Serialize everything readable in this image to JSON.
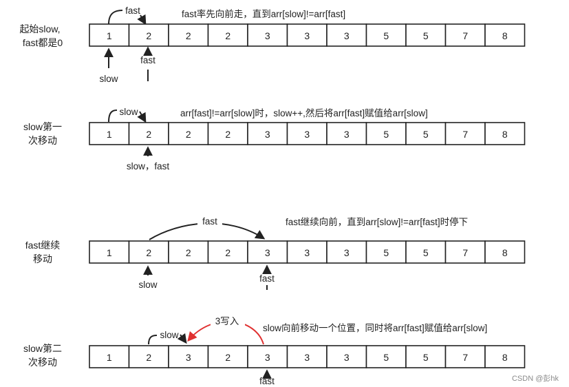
{
  "colors": {
    "ink": "#222222",
    "highlight": "#e03131",
    "watermark": "#8a8a8a"
  },
  "steps": [
    {
      "side_label_lines": [
        "起始slow,",
        "fast都是0"
      ],
      "note": "fast率先向前走，直到arr[slow]!=arr[fast]",
      "cells": [
        "1",
        "2",
        "2",
        "2",
        "3",
        "3",
        "3",
        "5",
        "5",
        "7",
        "8"
      ],
      "arc_label": "fast",
      "below_labels": [
        "slow",
        "fast"
      ]
    },
    {
      "side_label_lines": [
        "slow第一",
        "次移动"
      ],
      "note": "arr[fast]!=arr[slow]时，slow++,然后将arr[fast]赋值给arr[slow]",
      "cells": [
        "1",
        "2",
        "2",
        "2",
        "3",
        "3",
        "3",
        "5",
        "5",
        "7",
        "8"
      ],
      "arc_label": "slow",
      "below_labels": [
        "slow，fast"
      ]
    },
    {
      "side_label_lines": [
        "fast继续",
        "移动"
      ],
      "note": "fast继续向前，直到arr[slow]!=arr[fast]时停下",
      "cells": [
        "1",
        "2",
        "2",
        "2",
        "3",
        "3",
        "3",
        "5",
        "5",
        "7",
        "8"
      ],
      "arc_label": "fast",
      "below_labels": [
        "slow",
        "fast"
      ]
    },
    {
      "side_label_lines": [
        "slow第二",
        "次移动"
      ],
      "note": "slow向前移动一个位置，同时将arr[fast]赋值给arr[slow]",
      "cells": [
        "1",
        "2",
        "3",
        "2",
        "3",
        "3",
        "3",
        "5",
        "5",
        "7",
        "8"
      ],
      "arc_label": "slow",
      "write_label": "3写入",
      "below_labels": [
        "fast"
      ]
    }
  ],
  "watermark": "CSDN @彭hk"
}
